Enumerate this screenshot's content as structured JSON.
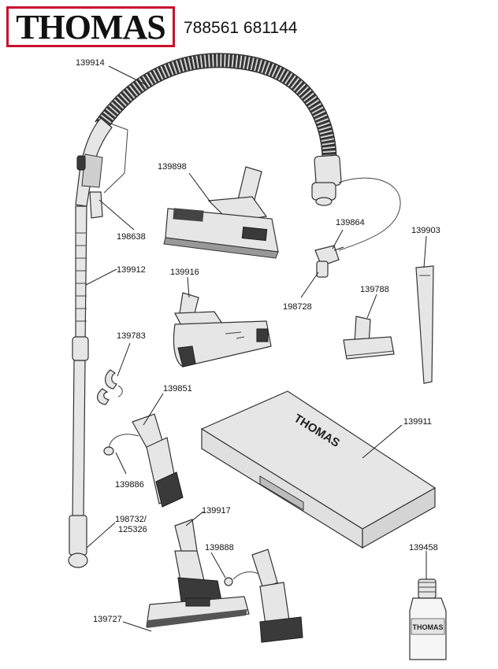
{
  "header": {
    "brand": "THOMAS",
    "model_numbers": "788561 681144"
  },
  "colors": {
    "brand_red": "#c8102e",
    "line": "#222222",
    "part_fill": "#e6e6e6"
  },
  "labels": {
    "p139914": "139914",
    "p139898": "139898",
    "p198638": "198638",
    "p139864": "139864",
    "p139903": "139903",
    "p139912": "139912",
    "p139916": "139916",
    "p198728": "198728",
    "p139788": "139788",
    "p139783": "139783",
    "p139851": "139851",
    "p139911": "139911",
    "p139886": "139886",
    "p198732": "198732/",
    "p125326": "125326",
    "p139917": "139917",
    "p139888": "139888",
    "p139458": "139458",
    "p139727": "139727"
  },
  "case_brand": "THOMAS",
  "bottle_brand": "THOMAS"
}
